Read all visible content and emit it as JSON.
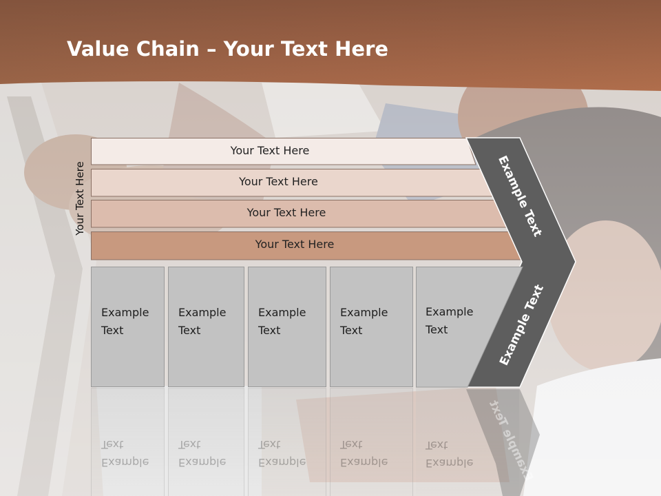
{
  "slide": {
    "title_bold": "Value Chain",
    "title_rest": " – Your Text Here",
    "side_label": "Your Text Here",
    "rows": [
      {
        "label": "Your Text Here",
        "color": "#f4ebe7"
      },
      {
        "label": "Your Text Here",
        "color": "#ead6cc"
      },
      {
        "label": "Your Text Here",
        "color": "#dcbcad"
      },
      {
        "label": "Your Text Here",
        "color": "#c8997f"
      }
    ],
    "boxes": [
      {
        "label": "Example Text"
      },
      {
        "label": "Example Text"
      },
      {
        "label": "Example Text"
      },
      {
        "label": "Example Text"
      },
      {
        "label": "Example Text"
      }
    ],
    "chevron_top_label": "Example Text",
    "chevron_bottom_label": "Example Text",
    "colors": {
      "header": "#a0603f",
      "chevron": "#5e5e5e",
      "box": "#c2c2c2"
    }
  }
}
